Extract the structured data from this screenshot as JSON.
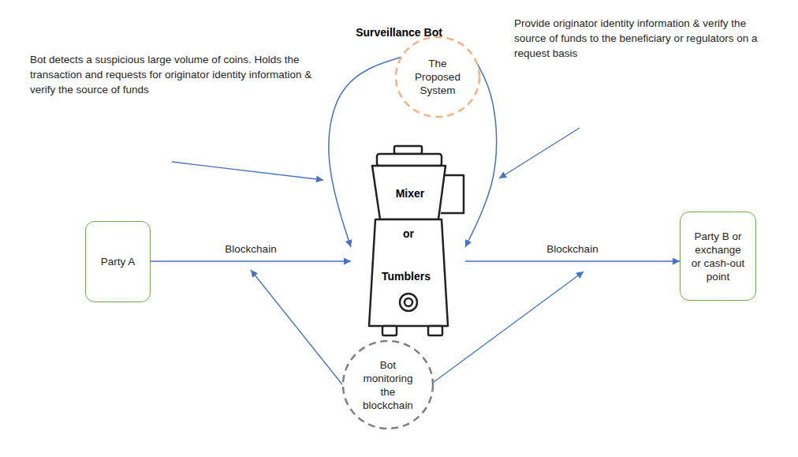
{
  "diagram": {
    "title": "Surveillance Bot",
    "nodes": [
      {
        "text": [
          "The Proposed System"
        ]
      },
      {
        "text": [
          "Party A"
        ]
      },
      {
        "text": [
          "Mixer",
          "or",
          "Tumblers"
        ]
      },
      {
        "text": [
          "Party B or exchange or cash-out point"
        ]
      },
      {
        "text": [
          "Bot monitoring the blockchain"
        ]
      }
    ],
    "edges": [
      {
        "from": 1,
        "to": 2,
        "label": "Blockchain",
        "arrow": "to"
      },
      {
        "from": 2,
        "to": 3,
        "label": "Blockchain",
        "arrow": "to"
      },
      {
        "from": 0,
        "to": 2,
        "arrow": "to"
      },
      {
        "from": 0,
        "to": 2,
        "arrow": "to"
      }
    ],
    "labels": [
      "Bot detects a suspicious large volume of coins. Holds the transaction and requests for originator identity information &  verify the source of funds",
      "Provide originator identity information & verify the source of funds to the beneficiary or regulators on a request basis"
    ]
  }
}
